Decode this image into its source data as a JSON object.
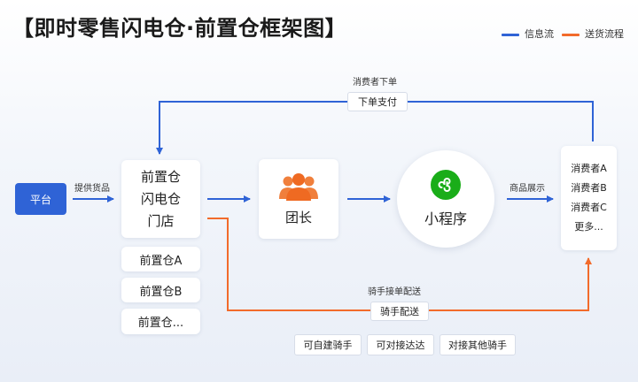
{
  "title": "【即时零售闪电仓·前置仓框架图】",
  "legend": {
    "info_flow": "信息流",
    "delivery_flow": "送货流程",
    "info_color": "#2f63d6",
    "delivery_color": "#f26b2b"
  },
  "platform": "平台",
  "labels": {
    "supply": "提供货品",
    "display": "商品展示",
    "consumer_order": "消费者下单",
    "rider_delivery": "骑手接单配送"
  },
  "warehouse": {
    "lines": [
      "前置仓",
      "闪电仓",
      "门店"
    ],
    "sub": [
      "前置仓A",
      "前置仓B",
      "前置仓..."
    ]
  },
  "leader": "团长",
  "miniprogram": "小程序",
  "consumers": [
    "消费者A",
    "消费者B",
    "消费者C",
    "更多..."
  ],
  "pay_box": "下单支付",
  "delivery_box": "骑手配送",
  "rider_options": [
    "可自建骑手",
    "可对接达达",
    "对接其他骑手"
  ],
  "icons": {
    "group": "group-icon",
    "miniprogram": "wechat-miniprogram-icon"
  }
}
